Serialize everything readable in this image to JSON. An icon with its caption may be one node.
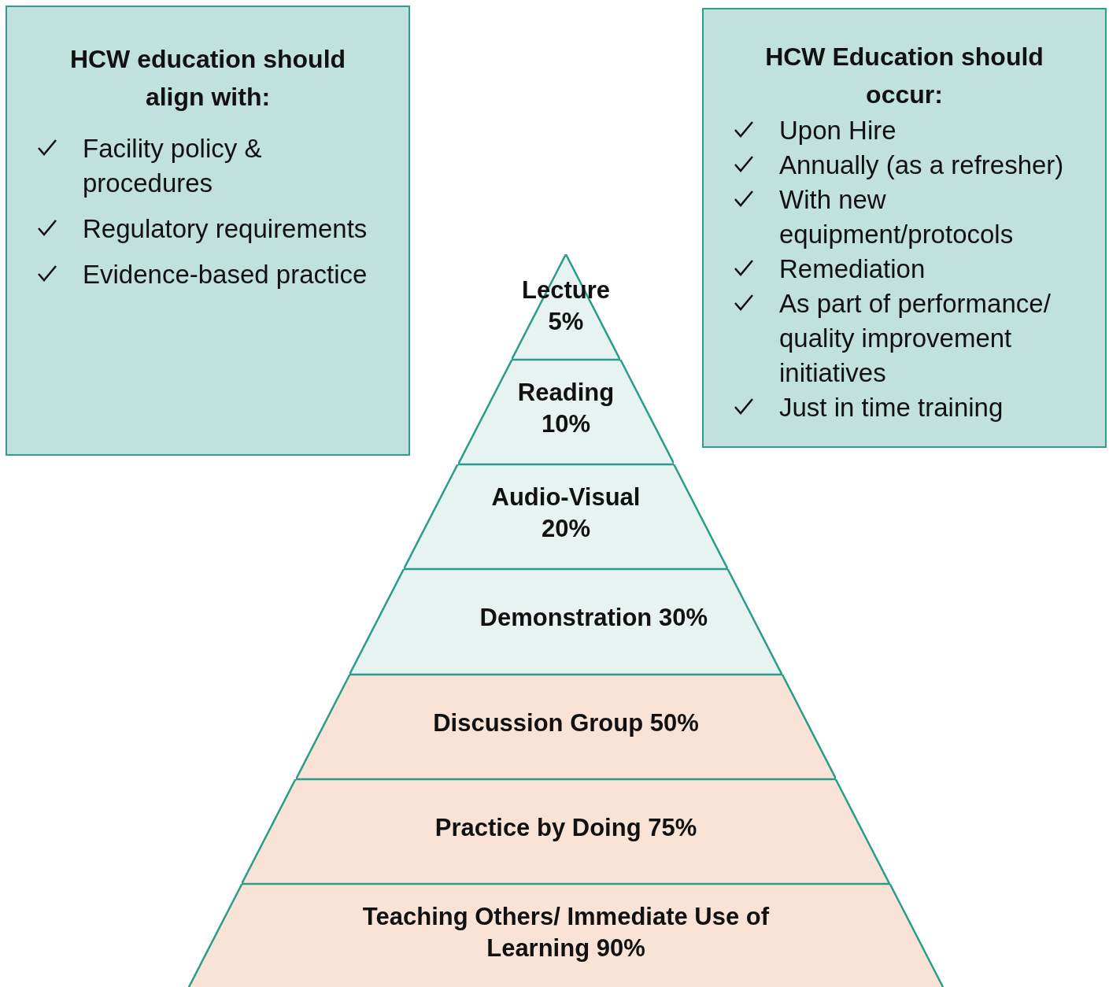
{
  "diagram": {
    "nodes": [
      {
        "text": [
          "HCW education should align with:",
          "Facility policy & procedures",
          "Regulatory requirements",
          "Evidence-based practice"
        ]
      },
      {
        "text": [
          "HCW Education should occur:",
          "Upon Hire",
          "Annually (as a refresher)",
          "With new equipment/protocols",
          "Remediation",
          "As part of performance/ quality improvement initiatives",
          "Just in time training"
        ]
      },
      {
        "text": [
          "Lecture 5%"
        ]
      },
      {
        "text": [
          "Reading 10%"
        ]
      },
      {
        "text": [
          "Audio-Visual 20%"
        ]
      },
      {
        "text": [
          "Demonstration 30%"
        ]
      },
      {
        "text": [
          "Discussion Group 50%"
        ]
      },
      {
        "text": [
          "Practice by Doing 75%"
        ]
      },
      {
        "text": [
          "Teaching Others/ Immediate Use of Learning 90%"
        ]
      }
    ]
  }
}
